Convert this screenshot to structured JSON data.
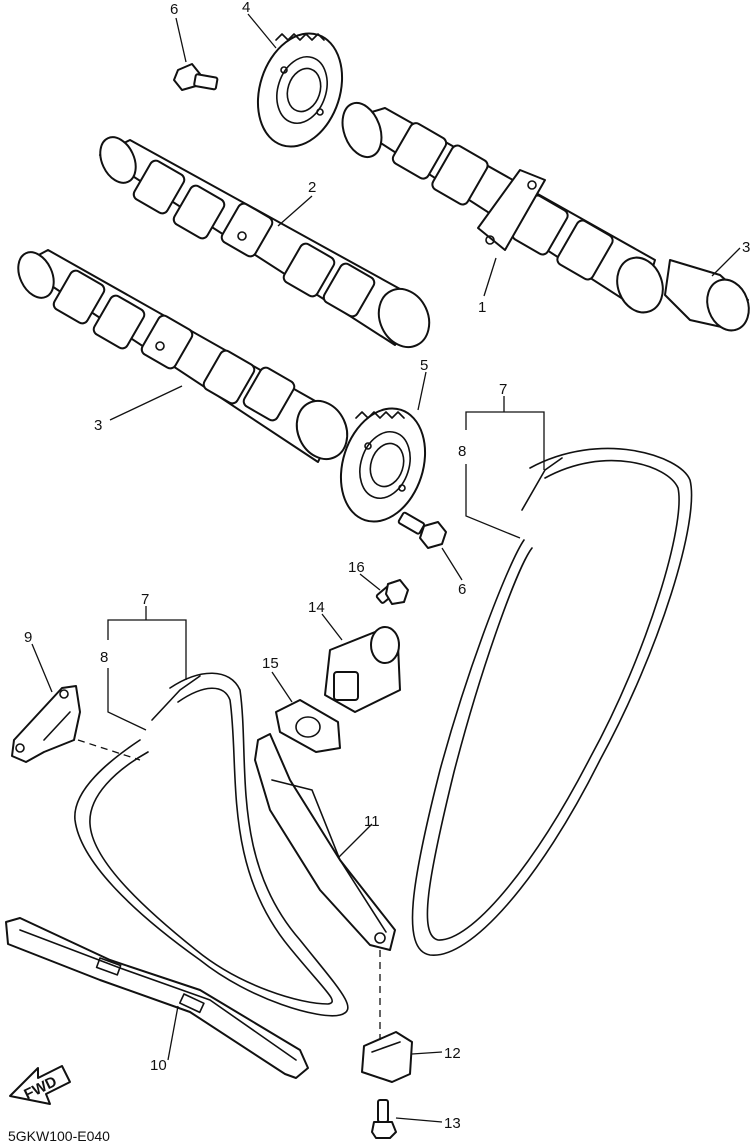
{
  "diagram": {
    "callouts": [
      "1",
      "2",
      "3",
      "3",
      "4",
      "5",
      "6",
      "6",
      "7",
      "8",
      "7",
      "8",
      "9",
      "10",
      "11",
      "12",
      "13",
      "14",
      "15",
      "16"
    ],
    "fwd_label": "FWD",
    "drawing_code": "5GKW100-E040",
    "line_color": "#111111",
    "background": "#ffffff"
  }
}
